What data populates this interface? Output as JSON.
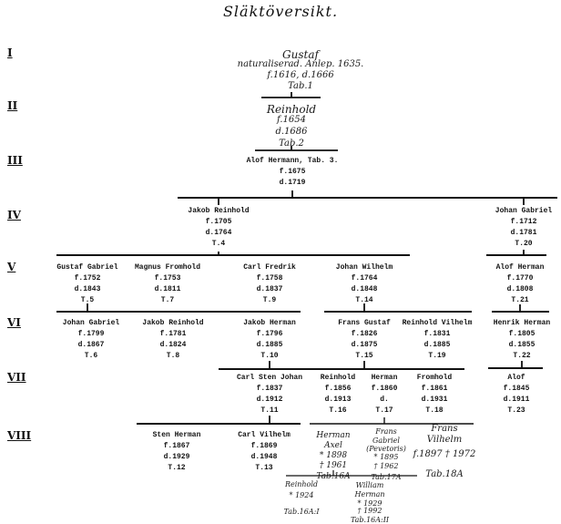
{
  "title": "Släktöversikt.",
  "generations": [
    "I",
    "II",
    "III",
    "IV",
    "V",
    "VI",
    "VII",
    "VIII"
  ],
  "people": {
    "gustaf": {
      "name": "Gustaf",
      "lines": [
        "naturaliserad. Anlep. 1635.",
        "f.1616, d.1666",
        "Tab.1"
      ]
    },
    "reinhold": {
      "name": "Reinhold",
      "lines": [
        "f.1654",
        "d.1686",
        "Tab.2"
      ]
    },
    "alof_hermann": {
      "name": "Alof Hermann, Tab. 3.",
      "lines": [
        "f.1675",
        "d.1719"
      ]
    },
    "jakob_reinhold_iv": {
      "name": "Jakob Reinhold",
      "lines": [
        "f.1705",
        "d.1764",
        "T.4"
      ]
    },
    "johan_gabriel_iv": {
      "name": "Johan Gabriel",
      "lines": [
        "f.1712",
        "d.1781",
        "T.20"
      ]
    },
    "gustaf_gabriel": {
      "name": "Gustaf Gabriel",
      "lines": [
        "f.1752",
        "d.1843",
        "T.5"
      ]
    },
    "magnus_fromhold": {
      "name": "Magnus Fromhold",
      "lines": [
        "f.1753",
        "d.1811",
        "T.7"
      ]
    },
    "carl_fredrik": {
      "name": "Carl Fredrik",
      "lines": [
        "f.1758",
        "d.1837",
        "T.9"
      ]
    },
    "johan_wilhelm_v": {
      "name": "Johan Wilhelm",
      "lines": [
        "f.1764",
        "d.1848",
        "T.14"
      ]
    },
    "alof_herman_v": {
      "name": "Alof Herman",
      "lines": [
        "f.1770",
        "d.1808",
        "T.21"
      ]
    },
    "johan_gabriel_vi": {
      "name": "Johan Gabriel",
      "lines": [
        "f.1799",
        "d.1867",
        "T.6"
      ]
    },
    "jakob_reinhold_vi": {
      "name": "Jakob Reinhold",
      "lines": [
        "f.1781",
        "d.1824",
        "T.8"
      ]
    },
    "jakob_herman": {
      "name": "Jakob Herman",
      "lines": [
        "f.1796",
        "d.1885",
        "T.10"
      ]
    },
    "frans_gustaf": {
      "name": "Frans Gustaf",
      "lines": [
        "f.1826",
        "d.1875",
        "T.15"
      ]
    },
    "reinhold_vilhelm": {
      "name": "Reinhold Vilhelm",
      "lines": [
        "f.1831",
        "d.1885",
        "T.19"
      ]
    },
    "henrik_herman": {
      "name": "Henrik Herman",
      "lines": [
        "f.1805",
        "d.1855",
        "T.22"
      ]
    },
    "carl_sten_johan": {
      "name": "Carl Sten Johan",
      "lines": [
        "f.1837",
        "d.1912",
        "T.11"
      ]
    },
    "reinhold_vii": {
      "name": "Reinhold",
      "lines": [
        "f.1856",
        "d.1913",
        "T.16"
      ]
    },
    "herman": {
      "name": "Herman",
      "lines": [
        "f.1860",
        "d.",
        "T.17"
      ]
    },
    "fromhold": {
      "name": "Fromhold",
      "lines": [
        "f.1861",
        "d.1931",
        "T.18"
      ]
    },
    "alof": {
      "name": "Alof",
      "lines": [
        "f.1845",
        "d.1911",
        "T.23"
      ]
    },
    "sten_herman": {
      "name": "Sten Herman",
      "lines": [
        "f.1867",
        "d.1929",
        "T.12"
      ]
    },
    "carl_vilhelm": {
      "name": "Carl Vilhelm",
      "lines": [
        "f.1869",
        "d.1948",
        "T.13"
      ]
    }
  },
  "handwritten": {
    "herman_axel": [
      "Herman",
      "Axel",
      "* 1898",
      "† 1961",
      "Tab.16A"
    ],
    "frans_gabriel": [
      "Frans",
      "Gabriel",
      "(Pevetoris)",
      "* 1895",
      "† 1962",
      "Tab.17A"
    ],
    "frans_vilhelm": [
      "Frans",
      "Vilhelm",
      "f.1897 † 1972",
      "Tab.18A"
    ],
    "reinhold_ix": [
      "Reinhold",
      "* 1924",
      "Tab.16A:I"
    ],
    "william_herman": [
      "William",
      "Herman",
      "* 1929",
      "† 1992",
      "Tab.16A:II"
    ]
  },
  "colors": {
    "ink": "#111111",
    "paper": "#ffffff"
  }
}
